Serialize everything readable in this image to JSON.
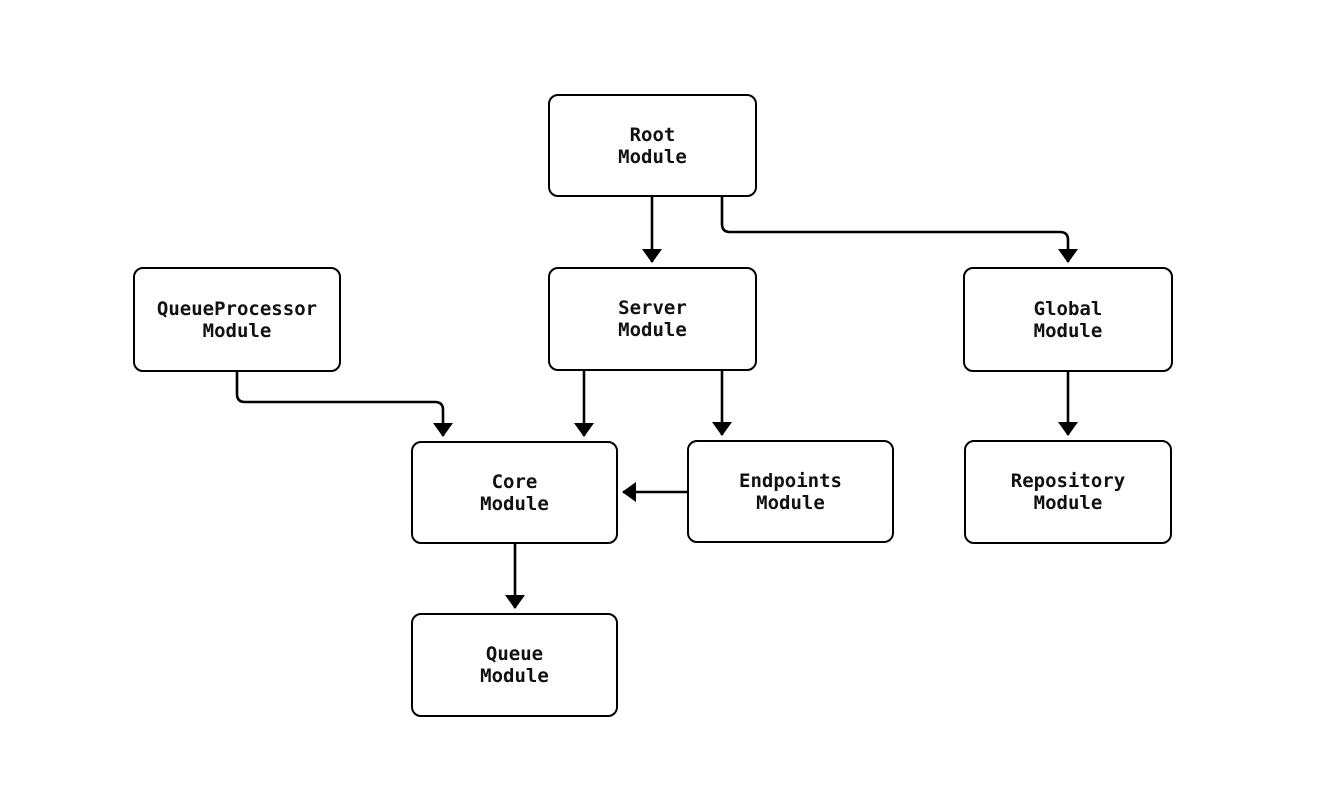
{
  "diagram": {
    "type": "module-dependency-flowchart",
    "background_color": "#ffffff",
    "node_border_color": "#000000",
    "node_fill_color": "#ffffff",
    "edge_color": "#000000",
    "nodes": [
      {
        "id": "root",
        "line1": "Root",
        "line2": "Module"
      },
      {
        "id": "server",
        "line1": "Server",
        "line2": "Module"
      },
      {
        "id": "queueprocessor",
        "line1": "QueueProcessor",
        "line2": "Module"
      },
      {
        "id": "global",
        "line1": "Global",
        "line2": "Module"
      },
      {
        "id": "core",
        "line1": "Core",
        "line2": "Module"
      },
      {
        "id": "endpoints",
        "line1": "Endpoints",
        "line2": "Module"
      },
      {
        "id": "repository",
        "line1": "Repository",
        "line2": "Module"
      },
      {
        "id": "queue",
        "line1": "Queue",
        "line2": "Module"
      }
    ],
    "edges": [
      {
        "from": "Root Module",
        "to": "Server Module"
      },
      {
        "from": "Root Module",
        "to": "Global Module"
      },
      {
        "from": "QueueProcessor Module",
        "to": "Core Module"
      },
      {
        "from": "Server Module",
        "to": "Core Module"
      },
      {
        "from": "Server Module",
        "to": "Endpoints Module"
      },
      {
        "from": "Endpoints Module",
        "to": "Core Module"
      },
      {
        "from": "Global Module",
        "to": "Repository Module"
      },
      {
        "from": "Core Module",
        "to": "Queue Module"
      }
    ]
  }
}
